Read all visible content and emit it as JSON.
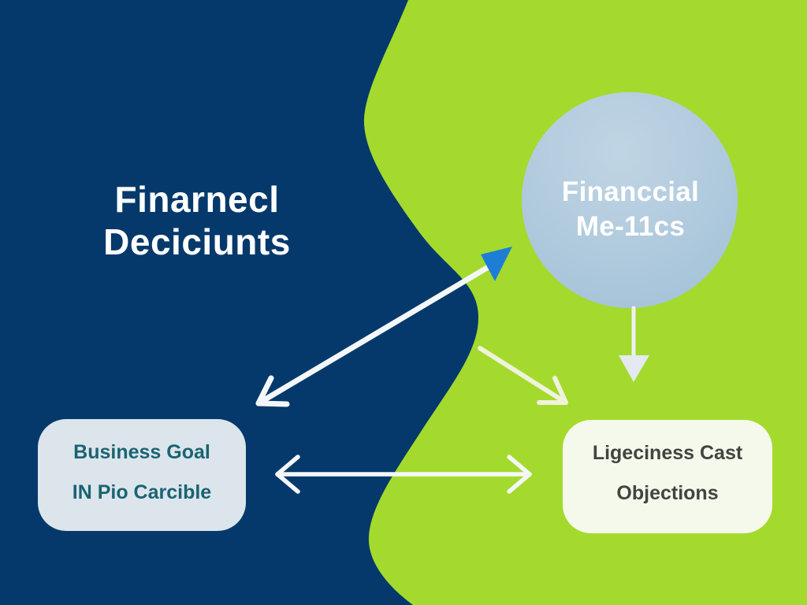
{
  "title": {
    "line1": "Finarnecl",
    "line2": "Deciciunts"
  },
  "circle_node": {
    "line1": "Financcial",
    "line2": "Me-11cs"
  },
  "left_box": {
    "line1": "Business Goal",
    "line2": "IN Pio Carcible"
  },
  "right_box": {
    "line1": "Ligeciness Cast",
    "line2": "Objections"
  },
  "icons": {
    "blue_arrowhead": "filled-triangle-up-right",
    "down_arrowhead": "filled-triangle-down",
    "double_diagonal_arrow": "open-double-headed-arrow",
    "double_horizontal_arrow": "open-double-headed-arrow",
    "down_right_arrow": "open-single-headed-arrow"
  },
  "colors": {
    "navy": "#05396b",
    "green": "#a4da2d",
    "circle_a": "#c0d5e4",
    "circle_b": "#a3c1d8",
    "left_box_bg": "#dce5eb",
    "left_box_text": "#1a6373",
    "right_box_bg": "#f4f9ec",
    "right_box_text": "#41453f",
    "arrow_white": "#f4f7fa",
    "arrow_cream": "#eff3dc",
    "arrow_light_line": "#edf1f4",
    "arrow_light_tri": "#e5e9f0",
    "accent_blue": "#1d7ed6",
    "title_color": "#ffffff"
  }
}
